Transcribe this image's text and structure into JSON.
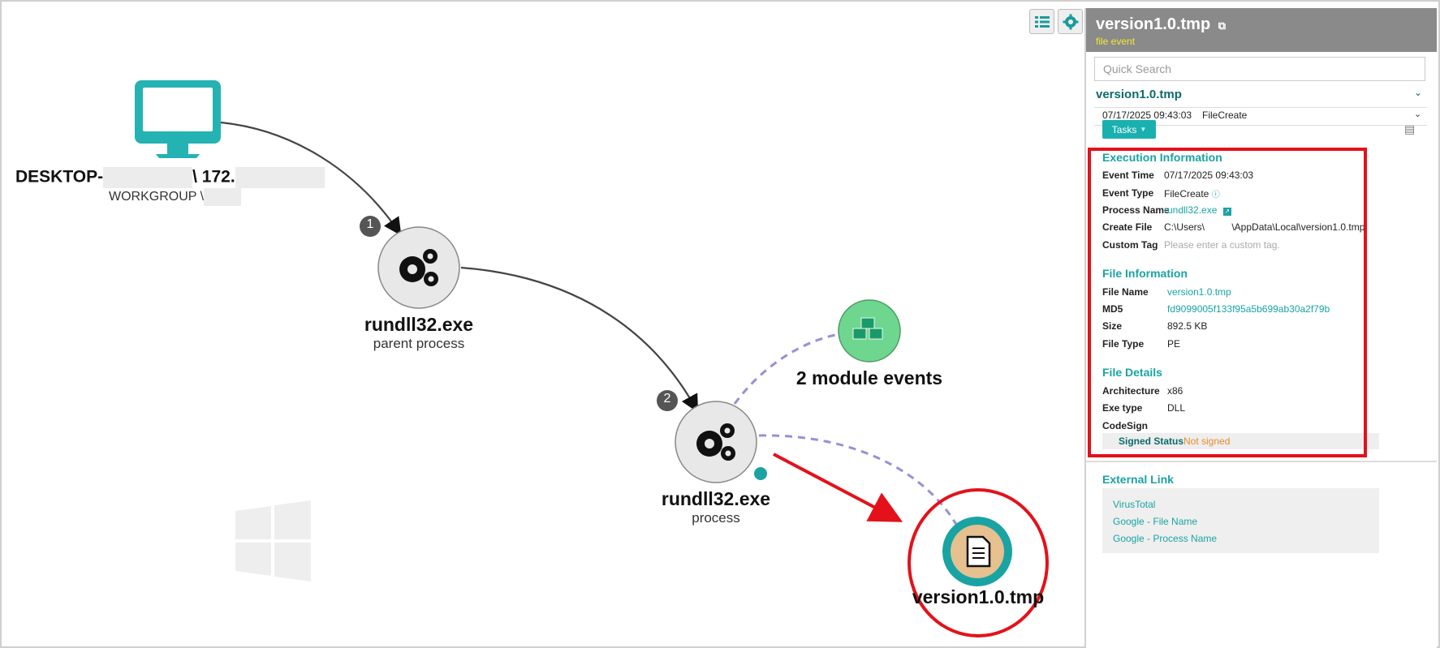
{
  "graph": {
    "host": {
      "name_prefix": "DESKTOP-",
      "ip_prefix": "\\ 172.",
      "workgroup": "WORKGROUP \\"
    },
    "parent_process": {
      "name": "rundll32.exe",
      "role": "parent process"
    },
    "process": {
      "name": "rundll32.exe",
      "role": "process"
    },
    "module": {
      "label": "2 module events"
    },
    "file": {
      "name": "version1.0.tmp"
    },
    "step_badges": [
      "1",
      "2"
    ],
    "icons": {
      "host": "monitor-icon",
      "parent_process": "gears-icon",
      "process": "gears-icon",
      "module": "cubes-icon",
      "file": "document-icon",
      "watermark": "windows-logo-icon",
      "list_view": "list-icon",
      "settings": "gear-icon"
    },
    "colors": {
      "host": "#25b2b2",
      "module_fill": "#6fd68f",
      "file_ring": "#1aa3a3",
      "file_fill": "#e6c08f",
      "highlight": "#e4111a",
      "dashed": "#9a8fd6"
    }
  },
  "panel": {
    "title": "version1.0.tmp",
    "subtitle": "file event",
    "search_placeholder": "Quick Search",
    "object_name": "version1.0.tmp",
    "event_datetime": "07/17/2025 09:43:03",
    "event_action": "FileCreate",
    "tasks_label": "Tasks",
    "execution": {
      "heading": "Execution Information",
      "rows": [
        {
          "label": "Event Time",
          "value": "07/17/2025 09:43:03"
        },
        {
          "label": "Event Type",
          "value": "FileCreate"
        },
        {
          "label": "Process Name",
          "value": "rundll32.exe"
        },
        {
          "label": "Create File",
          "value": "C:\\Users\\          \\AppData\\Local\\version1.0.tmp"
        },
        {
          "label": "Custom Tag",
          "value": "Please enter a custom tag."
        }
      ]
    },
    "file_info": {
      "heading": "File Information",
      "rows": [
        {
          "label": "File Name",
          "value": "version1.0.tmp"
        },
        {
          "label": "MD5",
          "value": "fd9099005f133f95a5b699ab30a2f79b"
        },
        {
          "label": "Size",
          "value": "892.5 KB"
        },
        {
          "label": "File Type",
          "value": "PE"
        }
      ]
    },
    "file_details": {
      "heading": "File Details",
      "rows": [
        {
          "label": "Architecture",
          "value": "x86"
        },
        {
          "label": "Exe type",
          "value": "DLL"
        },
        {
          "label": "CodeSign",
          "value": ""
        }
      ],
      "signed_status_label": "Signed Status",
      "signed_status_value": "Not signed"
    },
    "external": {
      "heading": "External Link",
      "links": [
        "VirusTotal",
        "Google - File Name",
        "Google - Process Name"
      ]
    }
  }
}
